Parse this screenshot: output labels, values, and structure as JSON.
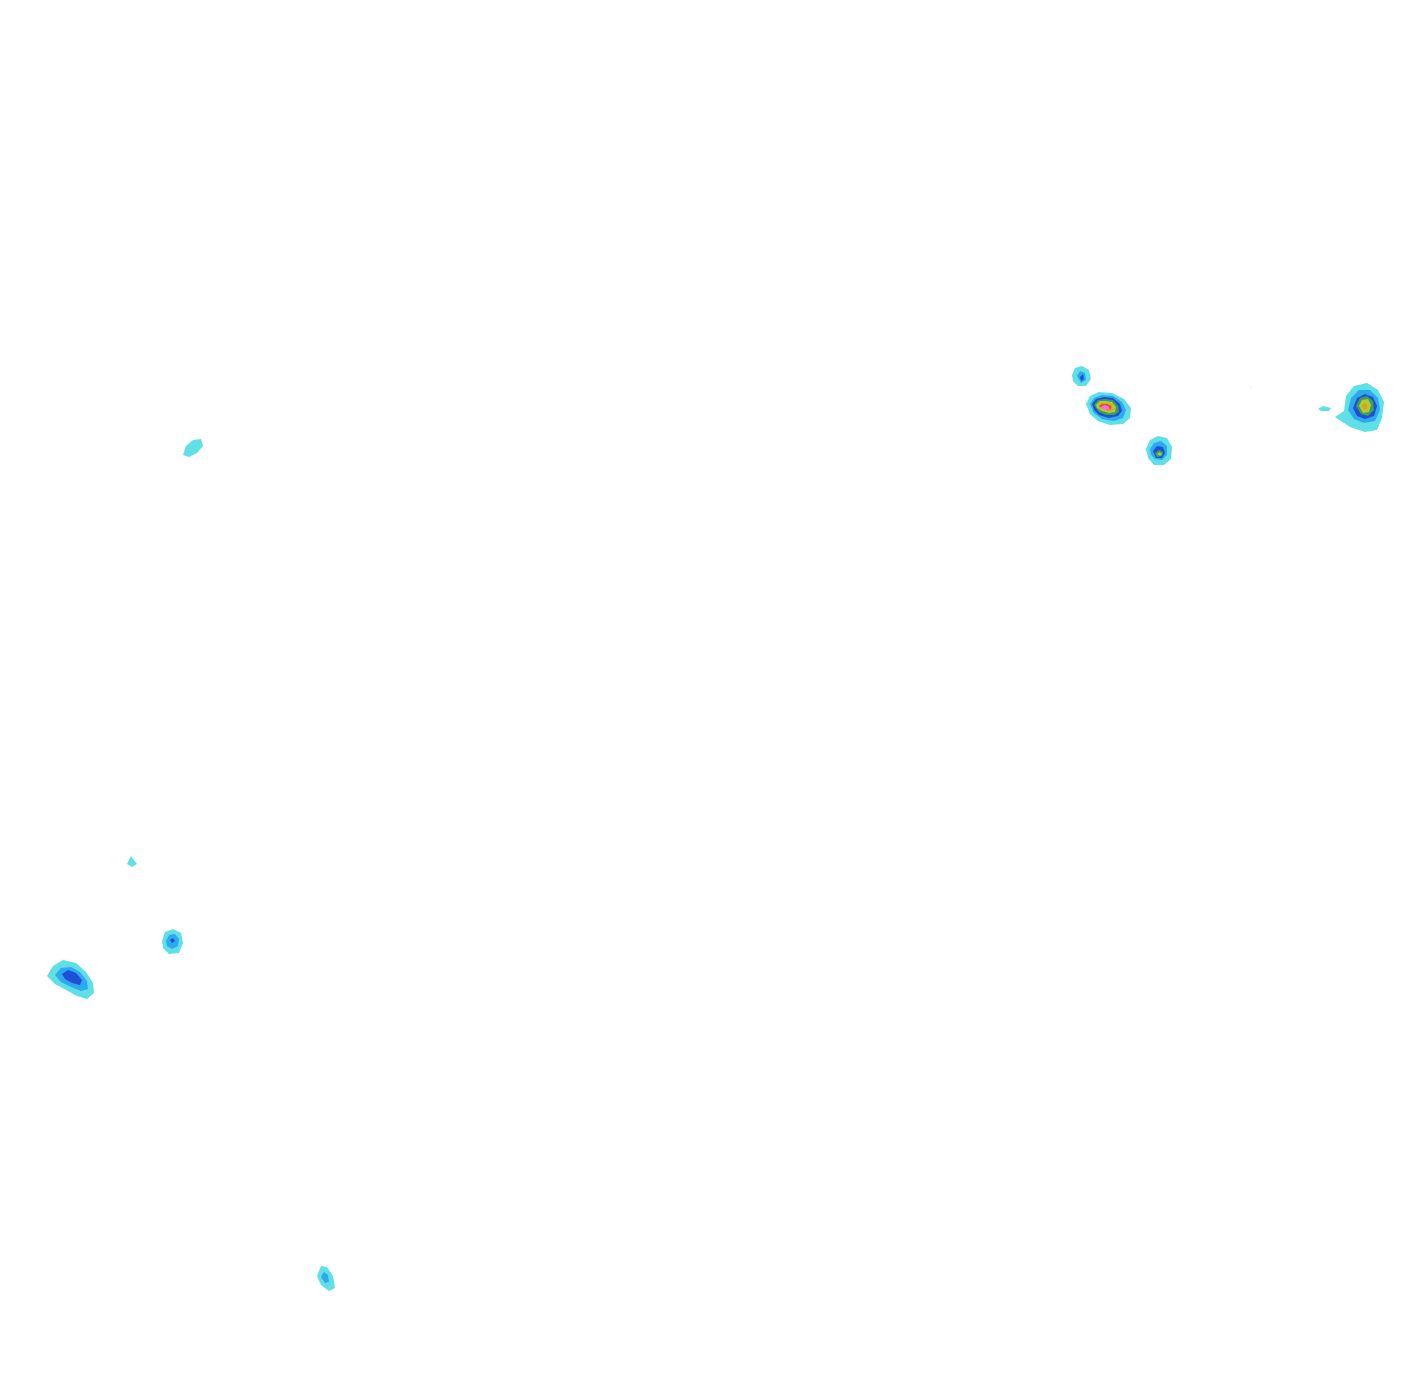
{
  "map": {
    "background_color": "#ffffff",
    "palette": {
      "level_1": "#5ee0e6",
      "level_2": "#2ea8ee",
      "level_3": "#1f4fd8",
      "level_4": "#3aa35a",
      "level_5": "#b9c82a",
      "level_6": "#d4a12b",
      "level_7": "#e0463a",
      "level_8": "#ff6ee0"
    },
    "features": [
      {
        "name": "contour-blob-west-upper",
        "peak_level": 1
      },
      {
        "name": "contour-blob-west-tiny",
        "peak_level": 1
      },
      {
        "name": "contour-blob-west-small",
        "peak_level": 3
      },
      {
        "name": "contour-blob-southwest",
        "peak_level": 3
      },
      {
        "name": "contour-blob-south",
        "peak_level": 2
      },
      {
        "name": "contour-blob-northeast-a",
        "peak_level": 3
      },
      {
        "name": "contour-blob-northeast-peak",
        "peak_level": 8
      },
      {
        "name": "contour-blob-northeast-c",
        "peak_level": 5
      },
      {
        "name": "contour-blob-east-streak",
        "peak_level": 1
      },
      {
        "name": "contour-blob-east-edge",
        "peak_level": 6
      }
    ]
  }
}
